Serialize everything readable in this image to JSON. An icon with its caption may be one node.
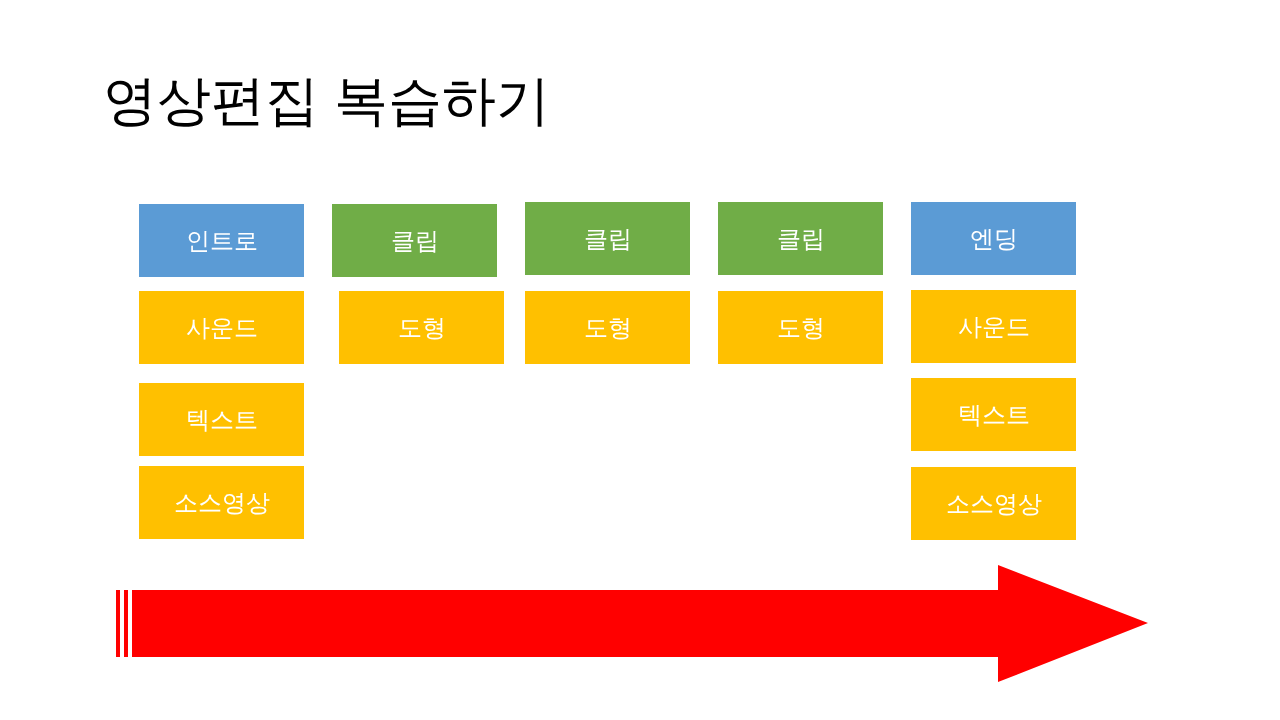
{
  "diagram": {
    "title": "영상편집 복습하기",
    "nodes": [
      {
        "text": [
          "인트로"
        ]
      },
      {
        "text": [
          "클립"
        ]
      },
      {
        "text": [
          "클립"
        ]
      },
      {
        "text": [
          "클립"
        ]
      },
      {
        "text": [
          "엔딩"
        ]
      },
      {
        "text": [
          "사운드"
        ]
      },
      {
        "text": [
          "도형"
        ]
      },
      {
        "text": [
          "도형"
        ]
      },
      {
        "text": [
          "도형"
        ]
      },
      {
        "text": [
          "사운드"
        ]
      },
      {
        "text": [
          "텍스트"
        ]
      },
      {
        "text": [
          "텍스트"
        ]
      },
      {
        "text": [
          "소스영상"
        ]
      },
      {
        "text": [
          "소스영상"
        ]
      }
    ],
    "edges": []
  }
}
